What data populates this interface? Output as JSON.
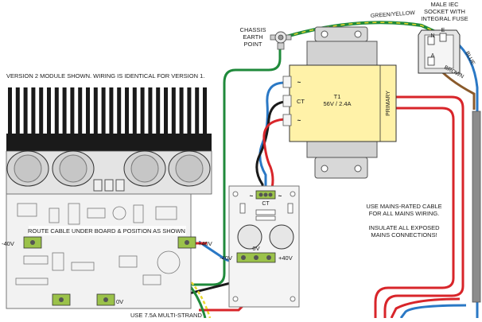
{
  "header_note": "VERSION 2 MODULE SHOWN. WIRING IS IDENTICAL FOR VERSION 1.",
  "chassis_earth": [
    "CHASSIS",
    "EARTH",
    "POINT"
  ],
  "earth_wire_label": "GREEN/YELLOW",
  "iec_socket": [
    "MALE IEC",
    "SOCKET WITH",
    "INTEGRAL FUSE"
  ],
  "iec_pins": {
    "earth": "E",
    "neutral": "N",
    "active": "A"
  },
  "wire_labels": {
    "blue": "BLUE",
    "brown": "BROWN"
  },
  "transformer": {
    "name": "T1",
    "rating": "56V / 2.4A",
    "primary": "PRIMARY",
    "ac_top": "~",
    "ct": "CT",
    "ac_bottom": "~"
  },
  "psu_board": {
    "ac_left": "~",
    "ct": "CT",
    "ac_right": "~",
    "neg": "-40V",
    "zero": "0V",
    "pos": "+40V"
  },
  "amp_board": {
    "route_note": "ROUTE CABLE UNDER BOARD & POSITION AS SHOWN",
    "neg": "-40V",
    "pos": "+40V",
    "zero": "0V"
  },
  "mains_note": [
    "USE MAINS-RATED CABLE",
    "FOR ALL MAINS WIRING.",
    "",
    "INSULATE ALL EXPOSED",
    "MAINS CONNECTIONS!"
  ],
  "bottom_note": "USE 7.5A MULTI-STRAND",
  "colors": {
    "red": "#d8252a",
    "blue": "#2a78c5",
    "black": "#1a1a1a",
    "green": "#1f8a3b",
    "brown": "#8a5a2b",
    "transformer": "#fff2a8",
    "board": "#f4f4f4",
    "terminal": "#9bc24a"
  }
}
